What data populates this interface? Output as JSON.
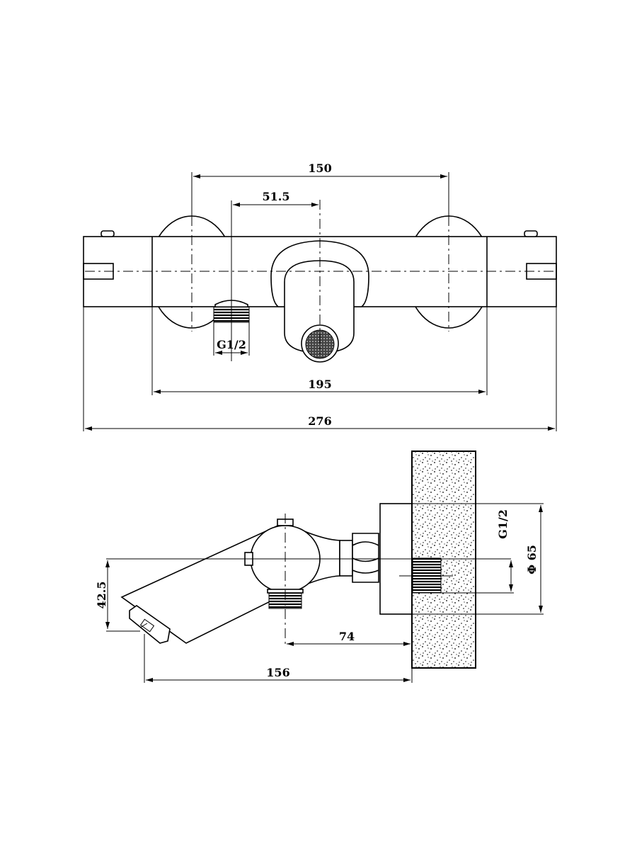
{
  "top_view": {
    "dims": {
      "knob_spacing": "150",
      "outlet_offset": "51.5",
      "thread": "G1/2",
      "body_length": "195",
      "overall_length": "276"
    }
  },
  "side_view": {
    "dims": {
      "spout_drop": "42.5",
      "outlet_to_wall": "74",
      "projection": "156",
      "thread": "G1/2",
      "flange_diameter": "Φ 65"
    }
  },
  "colors": {
    "line": "#000000",
    "background": "#ffffff"
  }
}
